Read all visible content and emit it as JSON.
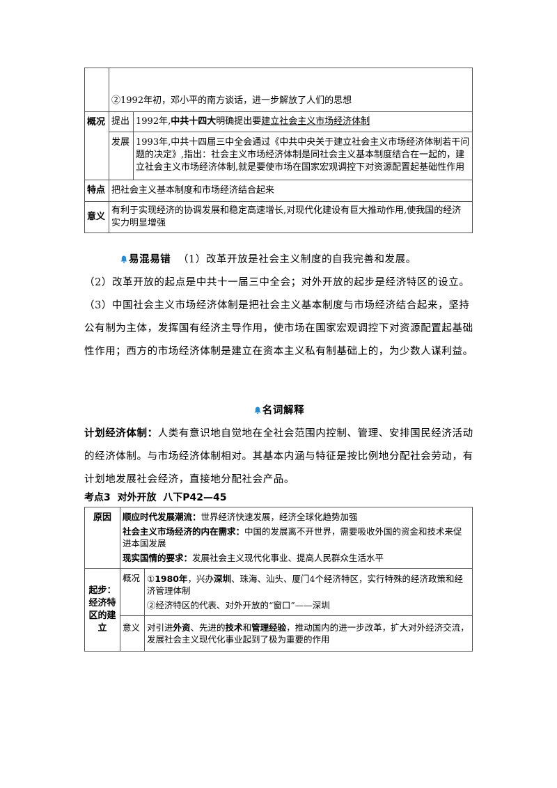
{
  "table1": {
    "row0_text": "②1992年初，邓小平的南方谈话，进一步解放了人们的思想",
    "gaikuang_label": "概况",
    "tichu_label": "提出",
    "tichu_pre": "1992年,",
    "tichu_bold": "中共十四大",
    "tichu_mid": "明确提出要",
    "tichu_underline": "建立社会主义市场经济体制",
    "fazhan_label": "发展",
    "fazhan_text": "1993年,中共十四届三中全会通过《中共中央关于建立社会主义市场经济体制若干问题的决定》,指出：社会主义市场经济体制是同社会主义基本制度结合在一起的，建立社会主义市场经济体制,就是要使市场在国家宏观调控下对资源配置起基础性作用",
    "tedian_label": "特点",
    "tedian_text": "把社会主义基本制度和市场经济结合起来",
    "yiyi_label": "意义",
    "yiyi_text": "有利于实现经济的协调发展和稳定高速增长,对现代化建设有巨大推动作用,使我国的经济实力明显增强"
  },
  "confusion": {
    "heading": "易混易错",
    "p1": "（1）改革开放是社会主义制度的自我完善和发展。",
    "p2": "（2）改革开放的起点是中共十一届三中全会；对外开放的起步是经济特区的设立。",
    "p3": "（3）中国社会主义市场经济体制是把社会主义基本制度与市场经济结合起来，坚持公有制为主体，发挥国有经济主导作用，使市场在国家宏观调控下对资源配置起基础性作用；西方的市场经济体制是建立在资本主义私有制基础上的，为少数人谋利益。"
  },
  "glossary": {
    "heading": "名词解释",
    "term": "计划经济体制：",
    "definition": "人类有意识地自觉地在全社会范围内控制、管理、安排国民经济活动的经济体制。与市场经济体制相对。其基本内涵与特征是按比例地分配社会劳动，有计划地发展社会经济，直接地分配社会产品。"
  },
  "section3": {
    "heading": "考点3  对外开放  八下P42—45"
  },
  "table2": {
    "yuanyin_label": "原因",
    "r1_bold": "顺应时代发展潮流：",
    "r1_text": "世界经济快速发展，经济全球化趋势加强",
    "r2_bold": "社会主义市场经济的内在需求：",
    "r2_text": "中国的发展离不开世界，需要吸收外国的资金和技术来促进本国发展",
    "r3_bold": "现实国情的要求：",
    "r3_text": "发展社会主义现代化事业、提高人民群众生活水平",
    "qibu_label": "起步：经济特区的建立",
    "gaikuang_label": "概况",
    "g1_a": "①",
    "g1_bold1": "1980年",
    "g1_b": "，兴办",
    "g1_bold2": "深圳",
    "g1_c": "、珠海、汕头、厦门4个经济特区，实行特殊的经济政策和经济管理体制",
    "g2": "②经济特区的代表、对外开放的“窗口”——深圳",
    "yiyi_label": "意义",
    "y_a": "对引进",
    "y_bold1": "外资",
    "y_b": "、先进的",
    "y_bold2": "技术",
    "y_c": "和",
    "y_bold3": "管理经验",
    "y_d": "，推动国内的进一步改革，扩大对外经济交流，发展社会主义现代化事业起到了极为重要的作用"
  }
}
